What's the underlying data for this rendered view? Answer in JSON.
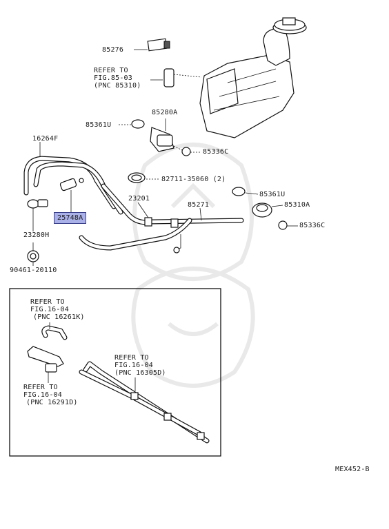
{
  "diagram_code": "MEX452-B",
  "labels": {
    "p85276": "85276",
    "refer_8503_l1": "REFER TO",
    "refer_8503_l2": "FIG.85-03",
    "refer_8503_l3": "(PNC 85310)",
    "p85280a": "85280A",
    "p85361u_top": "85361U",
    "p85336c_top": "85336C",
    "p16264f": "16264F",
    "p82711": "82711-35060 (2)",
    "p85361u_mid": "85361U",
    "p23201": "23201",
    "p85271": "85271",
    "p85310a": "85310A",
    "p25748a": "25748A",
    "p85336c_mid": "85336C",
    "p23280h": "23280H",
    "p90461": "90461-20110"
  },
  "inset": {
    "refer_16261_l1": "REFER TO",
    "refer_16261_l2": "FIG.16-04",
    "refer_16261_l3": "(PNC 16261K)",
    "refer_16305_l1": "REFER TO",
    "refer_16305_l2": "FIG.16-04",
    "refer_16305_l3": "(PNC 16305D)",
    "refer_16291_l1": "REFER TO",
    "refer_16291_l2": "FIG.16-04",
    "refer_16291_l3": "(PNC 16291D)"
  },
  "highlight": {
    "part": "25748A",
    "color": "#aab0e8"
  }
}
